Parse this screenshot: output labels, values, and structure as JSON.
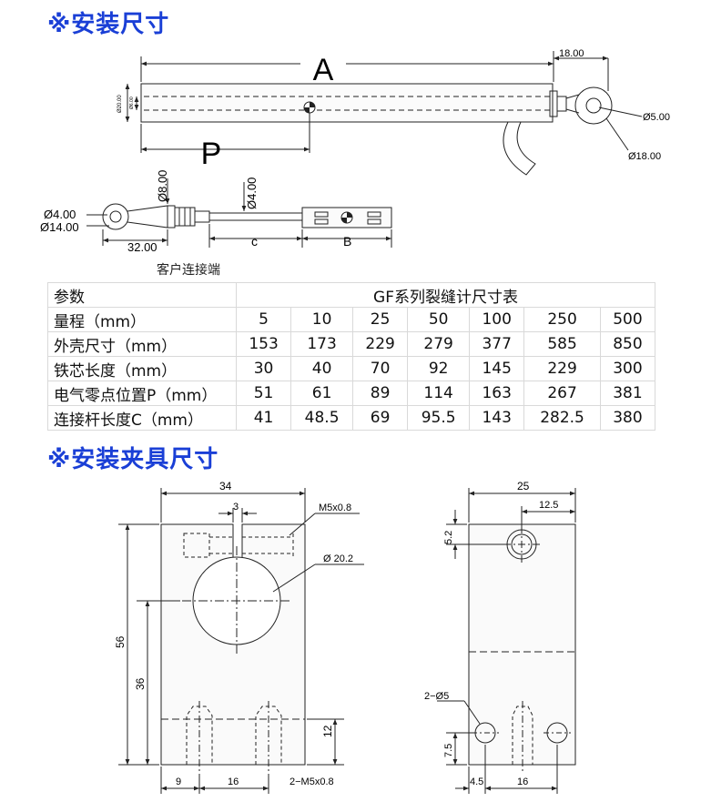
{
  "section1": {
    "title": "※安装尺寸",
    "dims": {
      "A": "A",
      "P": "P",
      "B": "B",
      "c": "c",
      "d18": "18.00",
      "phi5": "Ø5.00",
      "phi18": "Ø18.00",
      "phi20": "Ø20.00",
      "phi6": "Ø6.00",
      "phi8": "Ø8.00",
      "phi4": "Ø4.00",
      "phi4b": "Ø4.00",
      "phi14": "Ø14.00",
      "d32": "32.00"
    },
    "caption": "客户连接端"
  },
  "table": {
    "header_label": "参数",
    "title": "GF系列裂缝计尺寸表",
    "rows": [
      {
        "label": "量程（mm）",
        "values": [
          "5",
          "10",
          "25",
          "50",
          "100",
          "250",
          "500"
        ]
      },
      {
        "label": "外壳尺寸（mm）",
        "values": [
          "153",
          "173",
          "229",
          "279",
          "377",
          "585",
          "850"
        ]
      },
      {
        "label": "铁芯长度（mm）",
        "values": [
          "30",
          "40",
          "70",
          "92",
          "145",
          "229",
          "300"
        ]
      },
      {
        "label": "电气零点位置P（mm）",
        "values": [
          "51",
          "61",
          "89",
          "114",
          "163",
          "267",
          "381"
        ]
      },
      {
        "label": "连接杆长度C（mm）",
        "values": [
          "41",
          "48.5",
          "69",
          "95.5",
          "143",
          "282.5",
          "380"
        ]
      }
    ]
  },
  "section2": {
    "title": "※安装夹具尺寸",
    "dims": {
      "w34": "34",
      "w3": "3",
      "m5": "M5x0.8",
      "phi202": "Ø 20.2",
      "h56": "56",
      "h36": "36",
      "h12": "12",
      "b9": "9",
      "b16": "16",
      "m5x2": "2−M5x0.8",
      "w25": "25",
      "w125": "12.5",
      "h52": "5.2",
      "phi5x2": "2−Ø5",
      "h75": "7.5",
      "b45": "4.5",
      "b16r": "16"
    }
  }
}
